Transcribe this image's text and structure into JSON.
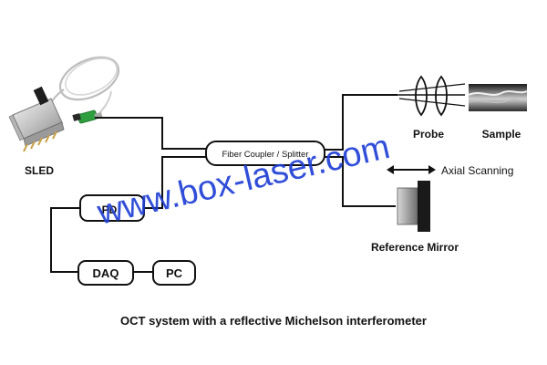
{
  "components": {
    "sled": "SLED",
    "coupler": "Fiber Coupler / Splitter",
    "pd": "PD",
    "daq": "DAQ",
    "pc": "PC",
    "probe": "Probe",
    "sample": "Sample",
    "axial_scanning": "Axial Scanning",
    "reference_mirror": "Reference Mirror"
  },
  "caption": "OCT system with a reflective Michelson interferometer",
  "watermark": "www.box-laser.com",
  "colors": {
    "line": "#111111",
    "watermark": "#1f3fd6",
    "mirror_dark": "#1a1a1a",
    "mirror_grey": "#9a9a9a",
    "fiber_green": "#2e9e3e",
    "module_metal": "#c8c8c8",
    "module_gold": "#c9a24a"
  }
}
